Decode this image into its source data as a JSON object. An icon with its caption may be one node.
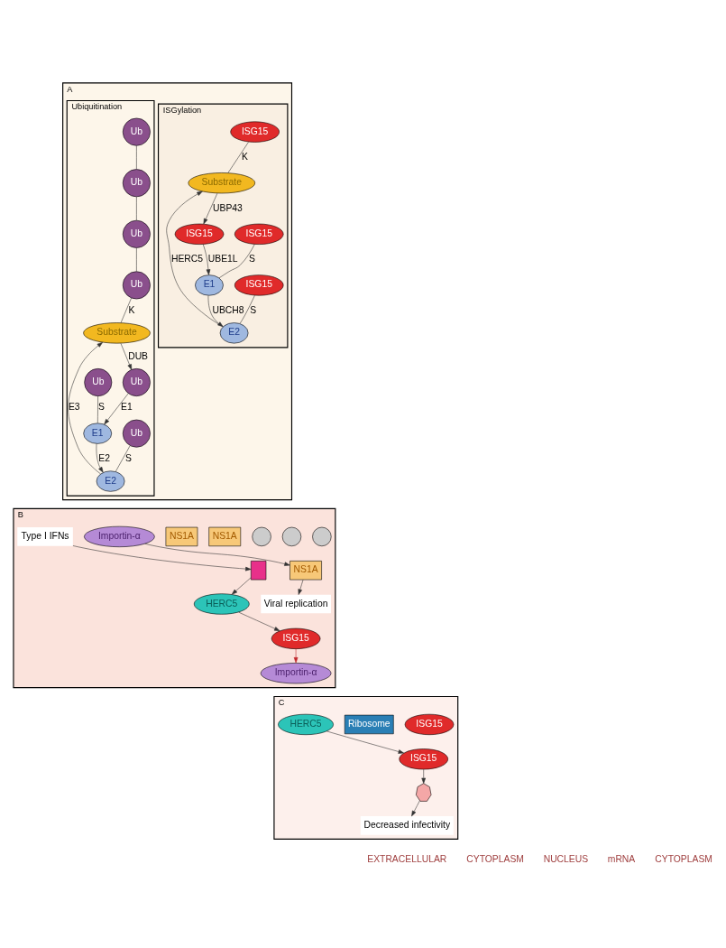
{
  "diagram": {
    "nodes": [
      {
        "text": [
          "A"
        ]
      },
      {
        "text": [
          "Ubiquitination"
        ],
        "in": 0
      },
      {
        "text": [
          "ISGylation"
        ],
        "in": 0
      },
      {
        "text": [
          "Ub"
        ],
        "in": 1
      },
      {
        "text": [
          "Ub"
        ],
        "in": 1
      },
      {
        "text": [
          "Ub"
        ],
        "in": 1
      },
      {
        "text": [
          "Ub"
        ],
        "in": 1
      },
      {
        "text": [
          "Substrate"
        ],
        "in": 1
      },
      {
        "text": [
          "Ub"
        ],
        "in": 1
      },
      {
        "text": [
          "Ub"
        ],
        "in": 1
      },
      {
        "text": [
          "E1"
        ],
        "in": 1
      },
      {
        "text": [
          "E2"
        ],
        "in": 1
      },
      {
        "text": [
          "Ub"
        ],
        "in": 1
      },
      {
        "text": [
          "ISG15"
        ],
        "in": 2
      },
      {
        "text": [
          "Substrate"
        ],
        "in": 2
      },
      {
        "text": [
          "ISG15"
        ],
        "in": 2
      },
      {
        "text": [
          "ISG15"
        ],
        "in": 2
      },
      {
        "text": [
          "E1"
        ],
        "in": 2
      },
      {
        "text": [
          "E2"
        ],
        "in": 2
      },
      {
        "text": [
          "ISG15"
        ],
        "in": 2
      },
      {
        "text": [
          "B"
        ]
      },
      {
        "text": [
          "Type I IFNs"
        ],
        "in": 20
      },
      {
        "text": [],
        "shape": "bar",
        "in": 20
      },
      {
        "text": [
          "HERC5"
        ],
        "in": 20
      },
      {
        "text": [
          "NS1A"
        ],
        "in": 20
      },
      {
        "text": [
          "ISG15"
        ],
        "in": 20
      },
      {
        "text": [
          "Importin-α"
        ],
        "in": 20
      },
      {
        "text": [
          "NS1A"
        ],
        "in": 20
      },
      {
        "text": [
          "Importin-α"
        ],
        "in": 20
      },
      {
        "text": [
          "NS1A"
        ],
        "in": 20
      },
      {
        "text": [
          "Viral replication"
        ],
        "in": 20
      },
      {
        "text": [],
        "shape": "circle",
        "in": 20
      },
      {
        "text": [],
        "shape": "circle",
        "in": 20
      },
      {
        "text": [],
        "shape": "circle",
        "in": 20
      },
      {
        "text": [
          "C"
        ]
      },
      {
        "text": [
          "HERC5"
        ],
        "in": 34
      },
      {
        "text": [
          "Ribosome"
        ],
        "in": 34
      },
      {
        "text": [
          "ISG15"
        ],
        "in": 34
      },
      {
        "text": [
          "ISG15"
        ],
        "in": 34
      },
      {
        "text": [],
        "shape": "polygon",
        "in": 34
      },
      {
        "text": [
          "Decreased infectivity"
        ],
        "in": 34
      }
    ],
    "edges": [
      {
        "from": 3,
        "to": 4,
        "arrow": "none"
      },
      {
        "from": 4,
        "to": 5,
        "arrow": "none"
      },
      {
        "from": 5,
        "to": 6,
        "arrow": "none"
      },
      {
        "from": 6,
        "to": 7,
        "arrow": "none",
        "label": "K"
      },
      {
        "from": 7,
        "to": 8,
        "arrow": "to",
        "label": "DUB"
      },
      {
        "from": 8,
        "to": 10,
        "arrow": "to",
        "label": "E1"
      },
      {
        "from": 9,
        "to": 10,
        "arrow": "none",
        "label": "S"
      },
      {
        "from": 10,
        "to": 11,
        "arrow": "to",
        "label": "E2"
      },
      {
        "from": 12,
        "to": 11,
        "arrow": "none",
        "label": "S"
      },
      {
        "from": 11,
        "to": 7,
        "arrow": "to",
        "label": "E3"
      },
      {
        "from": 13,
        "to": 14,
        "arrow": "none",
        "label": "K"
      },
      {
        "from": 14,
        "to": 15,
        "arrow": "to",
        "label": "UBP43"
      },
      {
        "from": 15,
        "to": 17,
        "arrow": "to",
        "label": "UBE1L"
      },
      {
        "from": 16,
        "to": 17,
        "arrow": "none",
        "label": "S"
      },
      {
        "from": 17,
        "to": 18,
        "arrow": "to",
        "label": "UBCH8"
      },
      {
        "from": 19,
        "to": 18,
        "arrow": "none",
        "label": "S"
      },
      {
        "from": 18,
        "to": 14,
        "arrow": "to",
        "label": "HERC5"
      },
      {
        "from": 21,
        "to": 22,
        "arrow": "to"
      },
      {
        "from": 22,
        "to": 23,
        "arrow": "to"
      },
      {
        "from": 23,
        "to": 25,
        "arrow": "to"
      },
      {
        "from": 25,
        "to": 26,
        "arrow": "to",
        "color": "#c0262c"
      },
      {
        "from": 28,
        "to": 29,
        "arrow": "to"
      },
      {
        "from": 29,
        "to": 30,
        "arrow": "to"
      },
      {
        "from": 35,
        "to": 37,
        "arrow": "to"
      },
      {
        "from": 37,
        "to": 39,
        "arrow": "to"
      },
      {
        "from": 39,
        "to": 40,
        "arrow": "to"
      }
    ],
    "labels": [
      "EXTRACELLULAR",
      "CYTOPLASM",
      "NUCLEUS",
      "mRNA",
      "CYTOPLASM"
    ]
  }
}
